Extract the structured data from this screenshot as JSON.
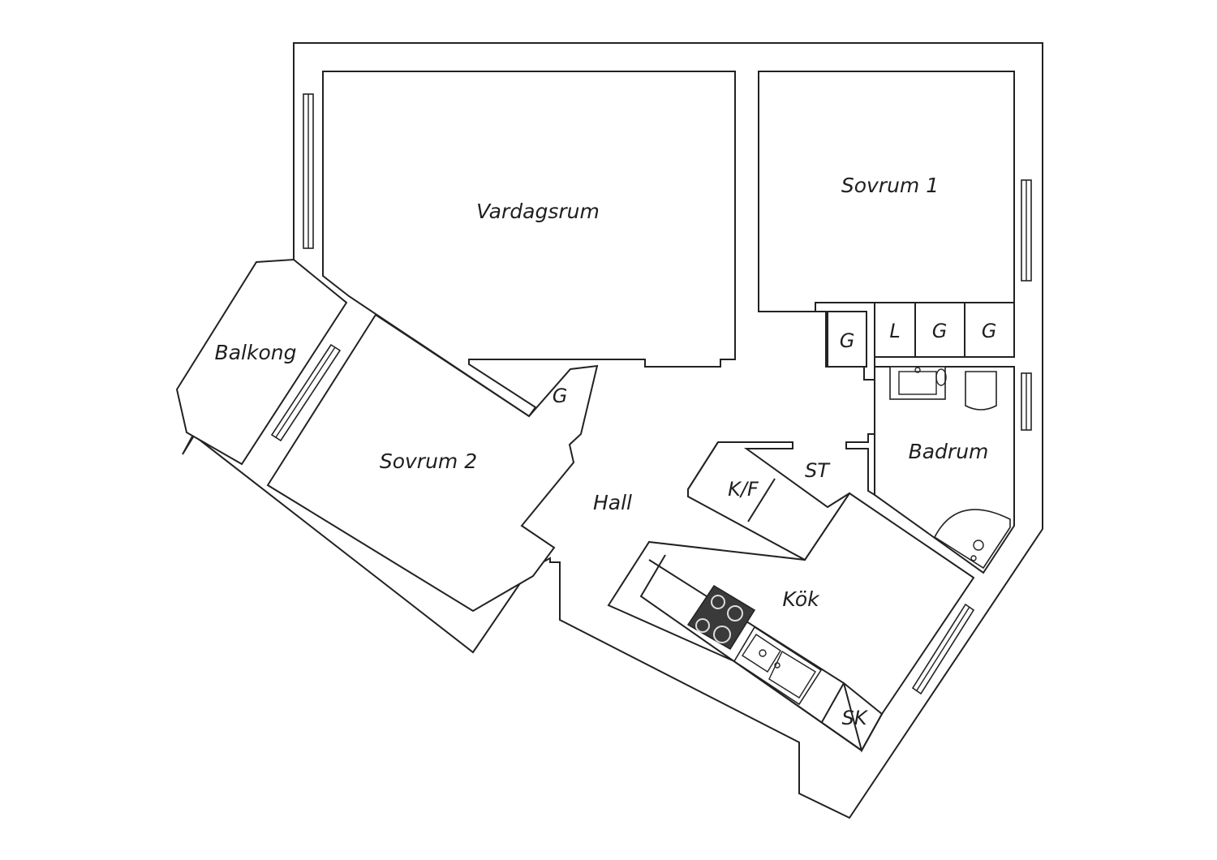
{
  "rooms": {
    "vardagsrum": "Vardagsrum",
    "sovrum1": "Sovrum 1",
    "sovrum2": "Sovrum 2",
    "balkong": "Balkong",
    "hall": "Hall",
    "badrum": "Badrum",
    "kok": "Kök"
  },
  "fixtures": {
    "closet_hall": "G",
    "closet_a": "G",
    "linen": "L",
    "closet_b": "G",
    "closet_c": "G",
    "storage": "ST",
    "fridge_freezer": "K/F",
    "cabinet": "SK"
  },
  "colors": {
    "line": "#222222",
    "stove": "#3a3a3a",
    "background": "#ffffff"
  }
}
